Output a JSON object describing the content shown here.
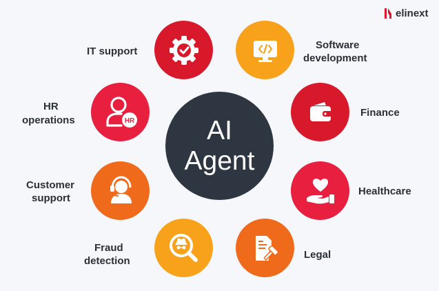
{
  "brand": {
    "name": "elinext"
  },
  "center": {
    "line1": "AI",
    "line2": "Agent"
  },
  "colors": {
    "red": "#d7192b",
    "orange": "#f06a1c",
    "amber": "#f8a21c",
    "pink": "#e81f3f",
    "dark": "#2e3642"
  },
  "items": {
    "it_support": {
      "label": "IT support",
      "icon": "gear-check-icon"
    },
    "software_dev": {
      "line1": "Software",
      "line2": "development",
      "icon": "code-monitor-icon"
    },
    "finance": {
      "label": "Finance",
      "icon": "wallet-icon"
    },
    "healthcare": {
      "label": "Healthcare",
      "icon": "heart-hand-icon"
    },
    "legal": {
      "label": "Legal",
      "icon": "document-gavel-icon"
    },
    "fraud": {
      "line1": "Fraud",
      "line2": "detection",
      "icon": "magnifier-spy-icon"
    },
    "customer": {
      "line1": "Customer",
      "line2": "support",
      "icon": "headset-agent-icon"
    },
    "hr": {
      "line1": "HR",
      "line2": "operations",
      "icon": "person-hr-icon",
      "badge": "HR"
    }
  }
}
